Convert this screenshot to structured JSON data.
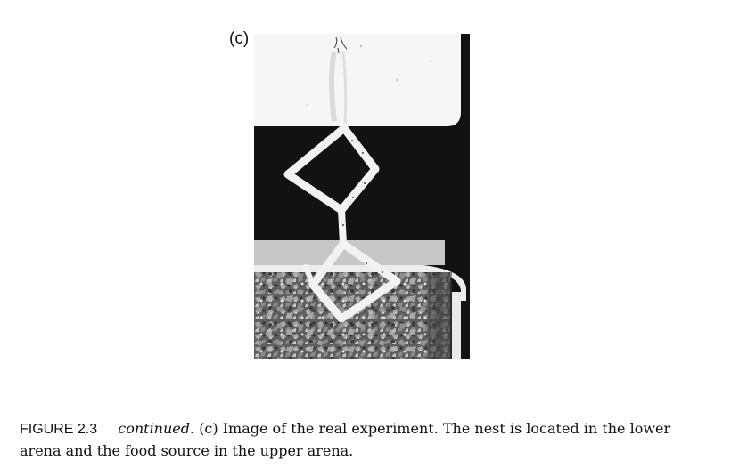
{
  "figure": {
    "panel_label": "(c)",
    "caption_label": "FIGURE 2.3",
    "caption_continued": "continued.",
    "caption_text": "(c) Image of the real experiment. The nest is located in the lower arena and the food source in the upper arena."
  }
}
